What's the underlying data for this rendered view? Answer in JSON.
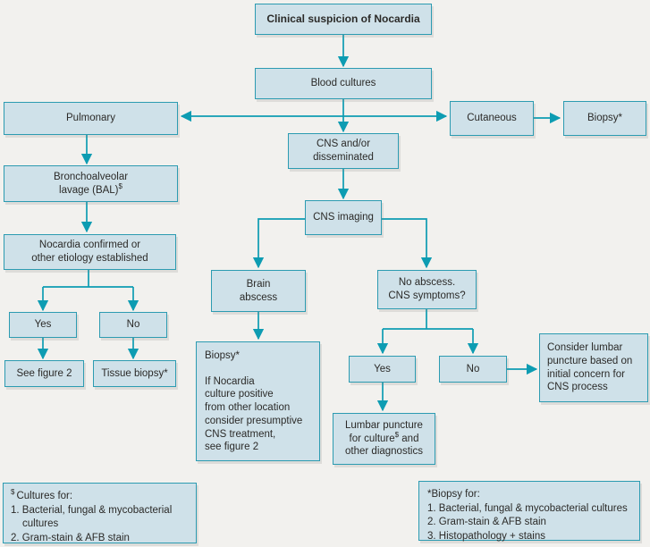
{
  "figure": {
    "title": "Nocardia diagnostic algorithm",
    "colors": {
      "background": "#f2f1ee",
      "box_fill": "#cfe1e9",
      "box_border": "#2c9bb1",
      "arrow": "#0d9cb2",
      "text": "#2b2a28"
    }
  },
  "nodes": {
    "clinical": {
      "label": "Clinical suspicion of Nocardia"
    },
    "blood": {
      "label": "Blood cultures"
    },
    "pulmonary": {
      "label": "Pulmonary"
    },
    "cutaneous": {
      "label": "Cutaneous"
    },
    "biopsy_top": {
      "label": "Biopsy*"
    },
    "cns_dissem": {
      "line1": "CNS and/or",
      "line2": "disseminated"
    },
    "cns_imaging": {
      "label": "CNS imaging"
    },
    "brain_abscess": {
      "line1": "Brain",
      "line2": "abscess"
    },
    "no_abscess": {
      "line1": "No abscess.",
      "line2": "CNS symptoms?"
    },
    "biopsy_detail": {
      "title": "Biopsy*",
      "lines": {
        "0": "If Nocardia",
        "1": "culture positive",
        "2": "from other location",
        "3": "consider presumptive",
        "4": "CNS treatment,",
        "5": "see figure 2"
      }
    },
    "yes_center": {
      "label": "Yes"
    },
    "no_center": {
      "label": "No"
    },
    "lumbar": {
      "pre": "Lumbar puncture for culture",
      "sup": "$",
      "post": " and other diagnostics"
    },
    "consider": {
      "label": "Consider lumbar puncture based on initial concern for CNS process"
    },
    "bal": {
      "line1": "Bronchoalveolar",
      "line2": "lavage (BAL)",
      "sup": "$"
    },
    "nocardia_confirmed": {
      "line1": "Nocardia confirmed or",
      "line2": "other etiology established"
    },
    "yes_left": {
      "label": "Yes"
    },
    "no_left": {
      "label": "No"
    },
    "see_fig2": {
      "label": "See figure 2"
    },
    "tissue_biopsy": {
      "label": "Tissue biopsy*"
    }
  },
  "notes": {
    "cultures": {
      "sup": "$",
      "title": "Cultures for:",
      "items": {
        "0": "1. Bacterial, fungal & mycobacterial cultures",
        "1": "2. Gram-stain & AFB stain"
      }
    },
    "biopsy": {
      "title": "*Biopsy for:",
      "items": {
        "0": "1. Bacterial, fungal & mycobacterial cultures",
        "1": "2. Gram-stain & AFB stain",
        "2": "3. Histopathology + stains"
      }
    }
  }
}
